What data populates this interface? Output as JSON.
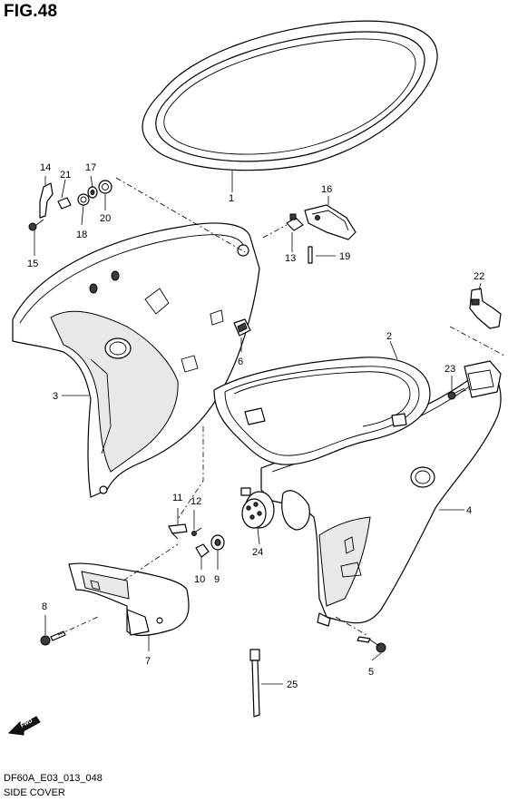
{
  "figure": {
    "title": "FIG.48",
    "code": "DF60A_E03_013_048",
    "subtitle": "SIDE COVER",
    "fwd_label": "FWD"
  },
  "callouts": [
    {
      "id": "c1",
      "label": "1"
    },
    {
      "id": "c2",
      "label": "2"
    },
    {
      "id": "c3",
      "label": "3"
    },
    {
      "id": "c4",
      "label": "4"
    },
    {
      "id": "c5",
      "label": "5"
    },
    {
      "id": "c6",
      "label": "6"
    },
    {
      "id": "c7",
      "label": "7"
    },
    {
      "id": "c8",
      "label": "8"
    },
    {
      "id": "c9",
      "label": "9"
    },
    {
      "id": "c10",
      "label": "10"
    },
    {
      "id": "c11",
      "label": "11"
    },
    {
      "id": "c12",
      "label": "12"
    },
    {
      "id": "c13",
      "label": "13"
    },
    {
      "id": "c14",
      "label": "14"
    },
    {
      "id": "c15",
      "label": "15"
    },
    {
      "id": "c16",
      "label": "16"
    },
    {
      "id": "c17",
      "label": "17"
    },
    {
      "id": "c18",
      "label": "18"
    },
    {
      "id": "c19",
      "label": "19"
    },
    {
      "id": "c20",
      "label": "20"
    },
    {
      "id": "c21",
      "label": "21"
    },
    {
      "id": "c22",
      "label": "22"
    },
    {
      "id": "c23",
      "label": "23"
    },
    {
      "id": "c24",
      "label": "24"
    },
    {
      "id": "c25",
      "label": "25"
    }
  ]
}
